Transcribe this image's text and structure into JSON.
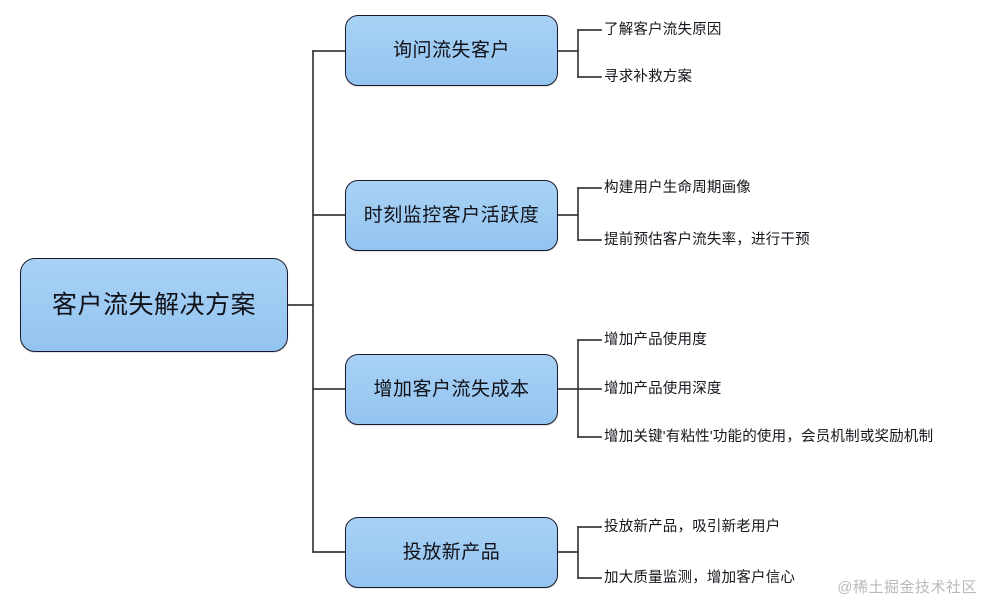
{
  "diagram": {
    "type": "mind-map",
    "root": {
      "label": "客户流失解决方案"
    },
    "branches": [
      {
        "label": "询问流失客户",
        "leaves": [
          {
            "label": "了解客户流失原因"
          },
          {
            "label": "寻求补救方案"
          }
        ]
      },
      {
        "label": "时刻监控客户活跃度",
        "leaves": [
          {
            "label": "构建用户生命周期画像"
          },
          {
            "label": "提前预估客户流失率，进行干预"
          }
        ]
      },
      {
        "label": "增加客户流失成本",
        "leaves": [
          {
            "label": "增加产品使用度"
          },
          {
            "label": "增加产品使用深度"
          },
          {
            "label": "增加关键'有粘性'功能的使用，会员机制或奖励机制"
          }
        ]
      },
      {
        "label": "投放新产品",
        "leaves": [
          {
            "label": "投放新产品，吸引新老用户"
          },
          {
            "label": "加大质量监测，增加客户信心"
          }
        ]
      }
    ]
  },
  "watermark": {
    "text": "@稀土掘金技术社区"
  },
  "colors": {
    "node_fill": "#9ccaf2",
    "node_border": "#1a1a2e",
    "connector": "#3b3b40",
    "text": "#111118",
    "watermark": "#b9b9bd",
    "background": "#ffffff"
  }
}
